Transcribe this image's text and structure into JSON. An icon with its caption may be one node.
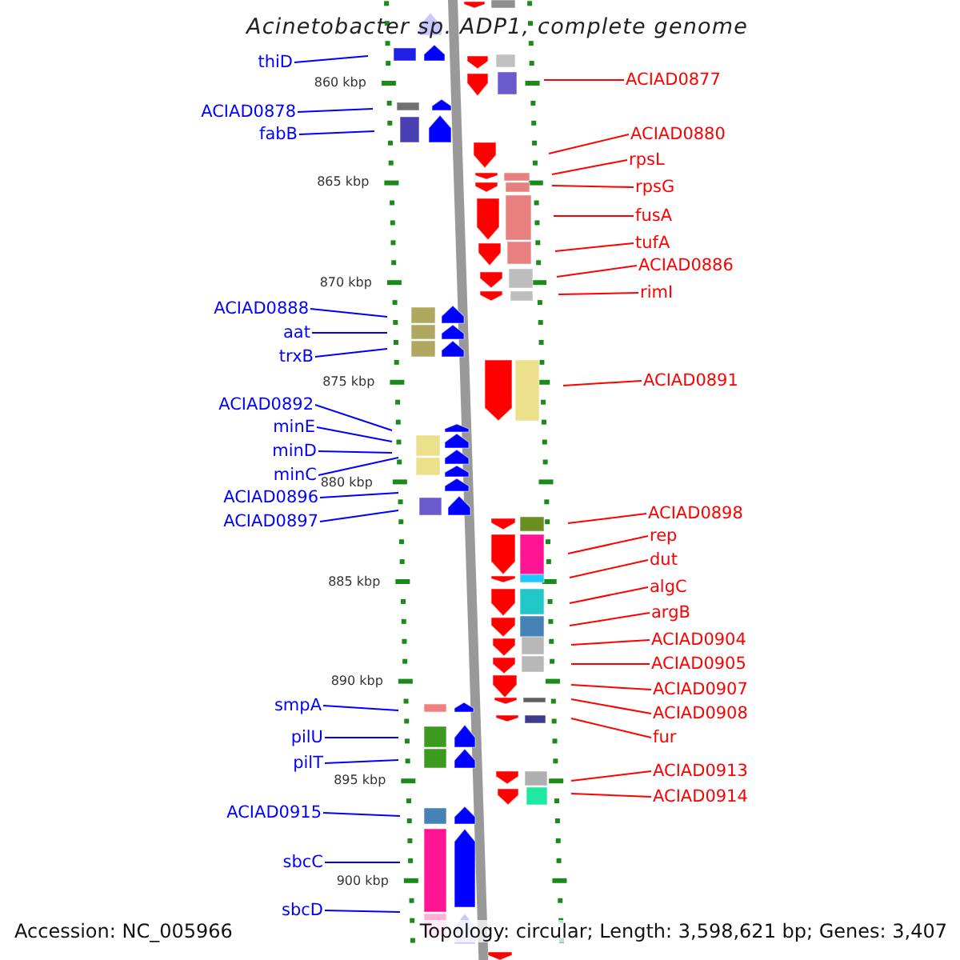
{
  "diagram": {
    "title": "Acinetobacter sp. ADP1, complete genome",
    "nodes": [
      {
        "text": [
          "thiD"
        ]
      },
      {
        "text": [
          "ACIAD0878"
        ]
      },
      {
        "text": [
          "fabB"
        ]
      },
      {
        "text": [
          "ACIAD0888"
        ]
      },
      {
        "text": [
          "aat"
        ]
      },
      {
        "text": [
          "trxB"
        ]
      },
      {
        "text": [
          "ACIAD0892"
        ]
      },
      {
        "text": [
          "minE"
        ]
      },
      {
        "text": [
          "minD"
        ]
      },
      {
        "text": [
          "minC"
        ]
      },
      {
        "text": [
          "ACIAD0896"
        ]
      },
      {
        "text": [
          "ACIAD0897"
        ]
      },
      {
        "text": [
          "smpA"
        ]
      },
      {
        "text": [
          "pilU"
        ]
      },
      {
        "text": [
          "pilT"
        ]
      },
      {
        "text": [
          "ACIAD0915"
        ]
      },
      {
        "text": [
          "sbcC"
        ]
      },
      {
        "text": [
          "sbcD"
        ]
      },
      {
        "text": [
          "ACIAD0877"
        ]
      },
      {
        "text": [
          "ACIAD0880"
        ]
      },
      {
        "text": [
          "rpsL"
        ]
      },
      {
        "text": [
          "rpsG"
        ]
      },
      {
        "text": [
          "fusA"
        ]
      },
      {
        "text": [
          "tufA"
        ]
      },
      {
        "text": [
          "ACIAD0886"
        ]
      },
      {
        "text": [
          "rimI"
        ]
      },
      {
        "text": [
          "ACIAD0891"
        ]
      },
      {
        "text": [
          "ACIAD0898"
        ]
      },
      {
        "text": [
          "rep"
        ]
      },
      {
        "text": [
          "dut"
        ]
      },
      {
        "text": [
          "algC"
        ]
      },
      {
        "text": [
          "argB"
        ]
      },
      {
        "text": [
          "ACIAD0904"
        ]
      },
      {
        "text": [
          "ACIAD0905"
        ]
      },
      {
        "text": [
          "ACIAD0907"
        ]
      },
      {
        "text": [
          "ACIAD0908"
        ]
      },
      {
        "text": [
          "fur"
        ]
      },
      {
        "text": [
          "ACIAD0913"
        ]
      },
      {
        "text": [
          "ACIAD0914"
        ]
      }
    ],
    "edges": [
      {
        "from": 0,
        "to": null,
        "arrow": "none",
        "color": "#0000ff"
      },
      {
        "from": 1,
        "to": null,
        "arrow": "none",
        "color": "#0000ff"
      },
      {
        "from": 2,
        "to": null,
        "arrow": "none",
        "color": "#0000ff"
      },
      {
        "from": 3,
        "to": null,
        "arrow": "none",
        "color": "#0000ff"
      },
      {
        "from": 4,
        "to": null,
        "arrow": "none",
        "color": "#0000ff"
      },
      {
        "from": 5,
        "to": null,
        "arrow": "none",
        "color": "#0000ff"
      },
      {
        "from": 6,
        "to": null,
        "arrow": "none",
        "color": "#0000ff"
      },
      {
        "from": 7,
        "to": null,
        "arrow": "none",
        "color": "#0000ff"
      },
      {
        "from": 8,
        "to": null,
        "arrow": "none",
        "color": "#0000ff"
      },
      {
        "from": 9,
        "to": null,
        "arrow": "none",
        "color": "#0000ff"
      },
      {
        "from": 10,
        "to": null,
        "arrow": "none",
        "color": "#0000ff"
      },
      {
        "from": 11,
        "to": null,
        "arrow": "none",
        "color": "#0000ff"
      },
      {
        "from": 12,
        "to": null,
        "arrow": "none",
        "color": "#0000ff"
      },
      {
        "from": 13,
        "to": null,
        "arrow": "none",
        "color": "#0000ff"
      },
      {
        "from": 14,
        "to": null,
        "arrow": "none",
        "color": "#0000ff"
      },
      {
        "from": 15,
        "to": null,
        "arrow": "none",
        "color": "#0000ff"
      },
      {
        "from": 16,
        "to": null,
        "arrow": "none",
        "color": "#0000ff"
      },
      {
        "from": 17,
        "to": null,
        "arrow": "none",
        "color": "#0000ff"
      },
      {
        "from": 18,
        "to": null,
        "arrow": "none"
      },
      {
        "from": 19,
        "to": null,
        "arrow": "none"
      },
      {
        "from": 20,
        "to": null,
        "arrow": "none"
      },
      {
        "from": 21,
        "to": null,
        "arrow": "none"
      },
      {
        "from": 22,
        "to": null,
        "arrow": "none"
      },
      {
        "from": 23,
        "to": null,
        "arrow": "none"
      },
      {
        "from": 24,
        "to": null,
        "arrow": "none"
      },
      {
        "from": 25,
        "to": null,
        "arrow": "none"
      },
      {
        "from": 26,
        "to": null,
        "arrow": "none"
      },
      {
        "from": 27,
        "to": null,
        "arrow": "none"
      },
      {
        "from": 28,
        "to": null,
        "arrow": "none"
      },
      {
        "from": 29,
        "to": null,
        "arrow": "none"
      },
      {
        "from": 30,
        "to": null,
        "arrow": "none"
      },
      {
        "from": 31,
        "to": null,
        "arrow": "none"
      },
      {
        "from": 32,
        "to": null,
        "arrow": "none"
      },
      {
        "from": 33,
        "to": null,
        "arrow": "none"
      },
      {
        "from": 34,
        "to": null,
        "arrow": "none"
      },
      {
        "from": 35,
        "to": null,
        "arrow": "none"
      },
      {
        "from": 36,
        "to": null,
        "arrow": "none"
      },
      {
        "from": 37,
        "to": null,
        "arrow": "none"
      },
      {
        "from": 38,
        "to": null,
        "arrow": "none"
      }
    ],
    "labels": [
      "860 kbp",
      "865 kbp",
      "870 kbp",
      "875 kbp",
      "880 kbp",
      "885 kbp",
      "890 kbp",
      "895 kbp",
      "900 kbp",
      "Accession: NC_005966",
      "Topology: circular; Length: 3,598,621 bp; Genes: 3,407"
    ]
  }
}
